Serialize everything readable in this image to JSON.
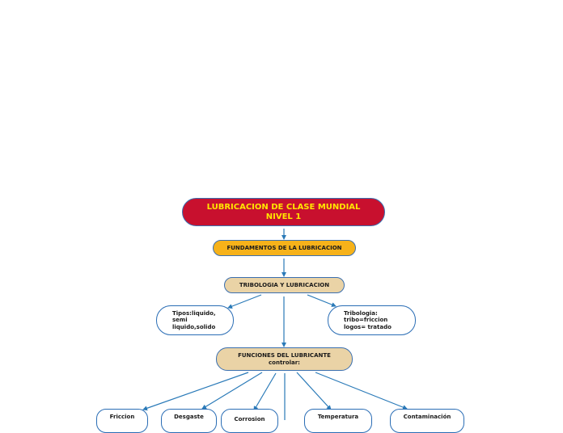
{
  "diagram": {
    "root": "LUBRICACION DE CLASE MUNDIAL\nNIVEL 1",
    "fundamentos": "FUNDAMENTOS DE LA LUBRICACION",
    "tribologia": "TRIBOLOGIA Y LUBRICACION",
    "tipos": "Tipos:liquido,\nsemi\nliquido,solido",
    "tribologia_def": "Tribologia:\ntribo=friccion\nlogos= tratado",
    "funciones": "FUNCIONES DEL LUBRICANTE\ncontrolar:",
    "children": [
      {
        "label": "Friccion"
      },
      {
        "label": "Desgaste"
      },
      {
        "label": "Corrosion"
      },
      {
        "label": "Temperatura"
      },
      {
        "label": "Contaminación"
      }
    ]
  },
  "colors": {
    "root_fill": "#c8102e",
    "root_text": "#ffe600",
    "fundamentos_fill": "#f6b21a",
    "tribologia_fill": "#ead3a6",
    "connector": "#2a7ab8",
    "border": "#2a6db5"
  }
}
